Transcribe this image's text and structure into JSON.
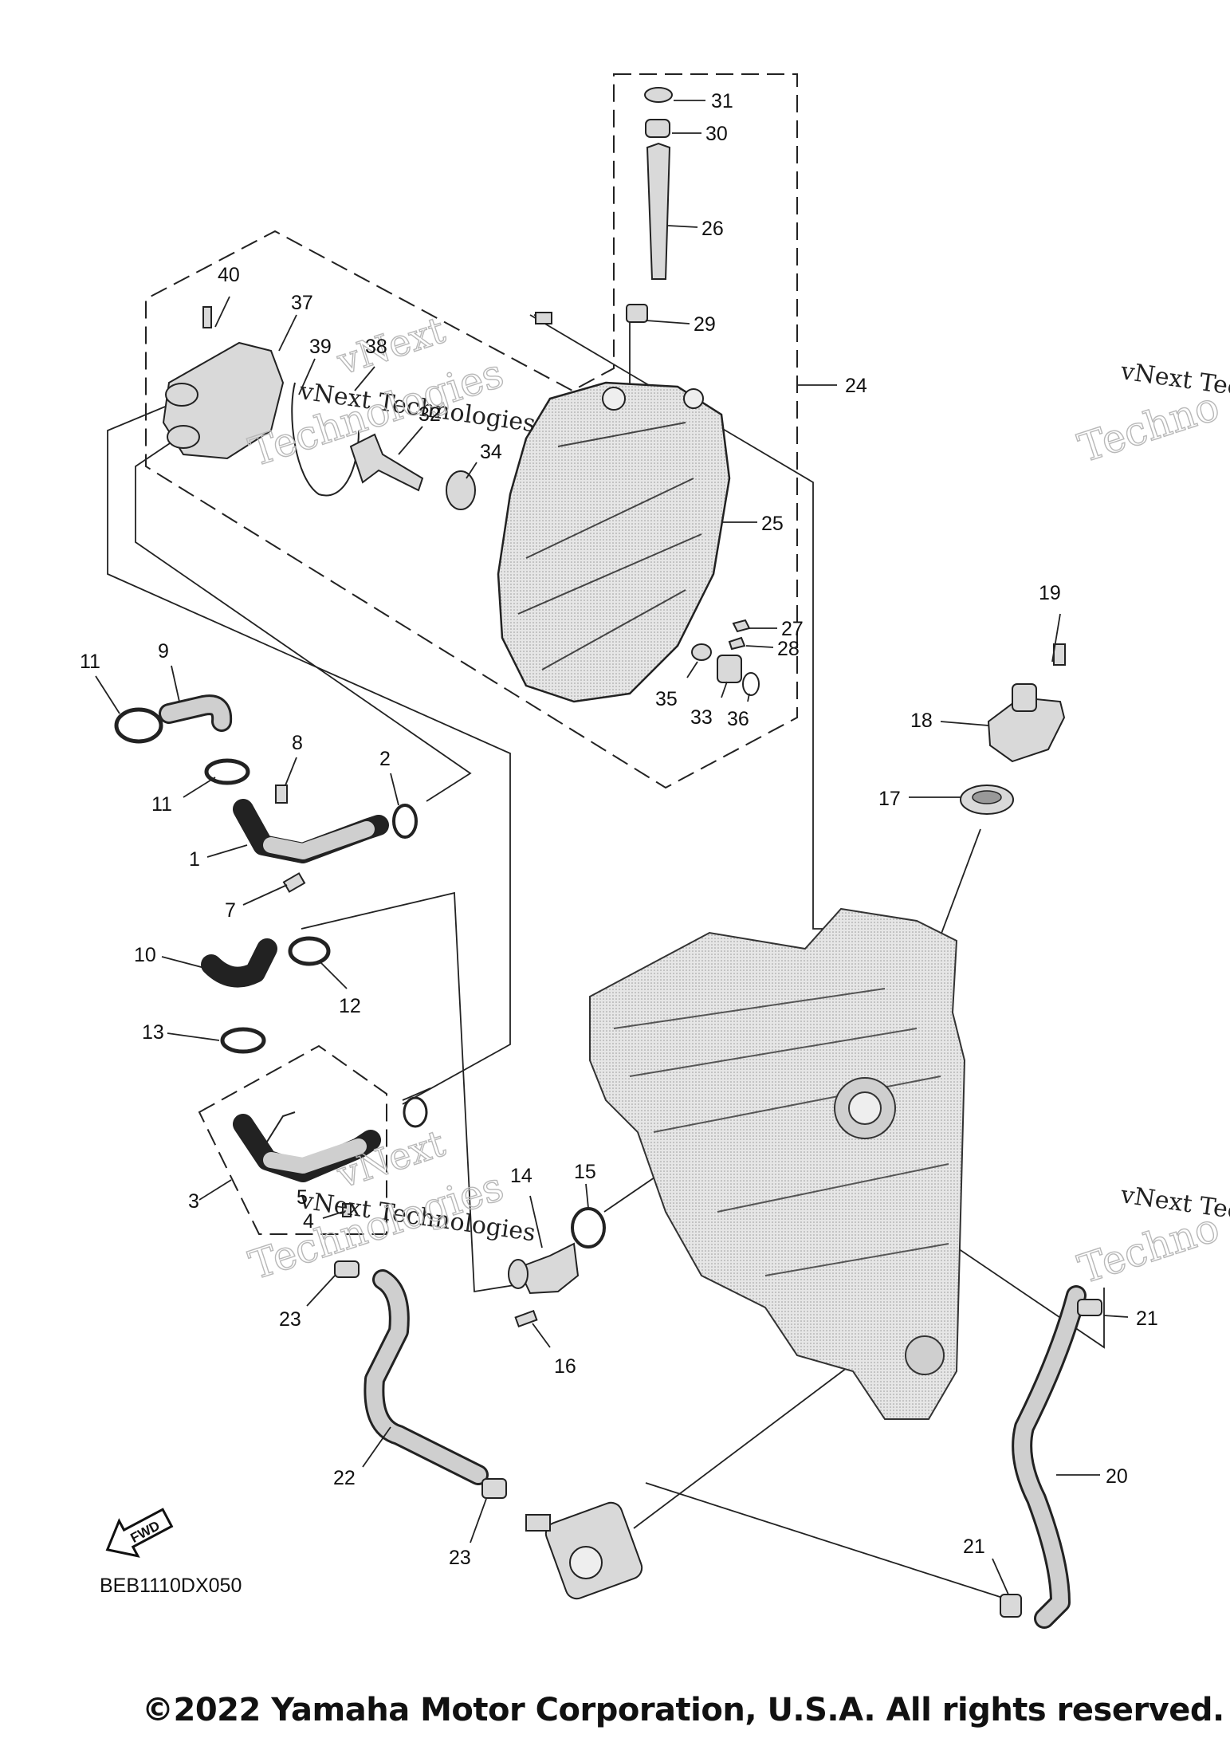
{
  "callouts": [
    {
      "id": "n31",
      "text": "31"
    },
    {
      "id": "n30",
      "text": "30"
    },
    {
      "id": "n26",
      "text": "26"
    },
    {
      "id": "n29",
      "text": "29"
    },
    {
      "id": "n24",
      "text": "24"
    },
    {
      "id": "n40",
      "text": "40"
    },
    {
      "id": "n37",
      "text": "37"
    },
    {
      "id": "n39",
      "text": "39"
    },
    {
      "id": "n38",
      "text": "38"
    },
    {
      "id": "n32",
      "text": "32"
    },
    {
      "id": "n34",
      "text": "34"
    },
    {
      "id": "n25",
      "text": "25"
    },
    {
      "id": "n27",
      "text": "27"
    },
    {
      "id": "n28",
      "text": "28"
    },
    {
      "id": "n35",
      "text": "35"
    },
    {
      "id": "n33",
      "text": "33"
    },
    {
      "id": "n36",
      "text": "36"
    },
    {
      "id": "n19",
      "text": "19"
    },
    {
      "id": "n18",
      "text": "18"
    },
    {
      "id": "n17",
      "text": "17"
    },
    {
      "id": "n11a",
      "text": "11"
    },
    {
      "id": "n9",
      "text": "9"
    },
    {
      "id": "n8",
      "text": "8"
    },
    {
      "id": "n2",
      "text": "2"
    },
    {
      "id": "n11b",
      "text": "11"
    },
    {
      "id": "n1",
      "text": "1"
    },
    {
      "id": "n7",
      "text": "7"
    },
    {
      "id": "n10",
      "text": "10"
    },
    {
      "id": "n12",
      "text": "12"
    },
    {
      "id": "n13",
      "text": "13"
    },
    {
      "id": "n3",
      "text": "3"
    },
    {
      "id": "n5",
      "text": "5"
    },
    {
      "id": "n4",
      "text": "4"
    },
    {
      "id": "n14",
      "text": "14"
    },
    {
      "id": "n15",
      "text": "15"
    },
    {
      "id": "n16",
      "text": "16"
    },
    {
      "id": "n23a",
      "text": "23"
    },
    {
      "id": "n22",
      "text": "22"
    },
    {
      "id": "n23b",
      "text": "23"
    },
    {
      "id": "n21a",
      "text": "21"
    },
    {
      "id": "n20",
      "text": "20"
    },
    {
      "id": "n21b",
      "text": "21"
    }
  ],
  "watermark": {
    "line1": "vNext Technologies",
    "line2a": "vNext",
    "line2b": "Technologies",
    "partial": "vNext Tec",
    "partial_outline": "Techno"
  },
  "fwd_label": "FWD",
  "diagram_code": "BEB1110DX050",
  "copyright": "©2022 Yamaha Motor Corporation, U.S.A. All rights reserved.",
  "colors": {
    "line": "#222222",
    "part_fill": "#d9d9d9",
    "watermark": "#b8b8b8"
  }
}
